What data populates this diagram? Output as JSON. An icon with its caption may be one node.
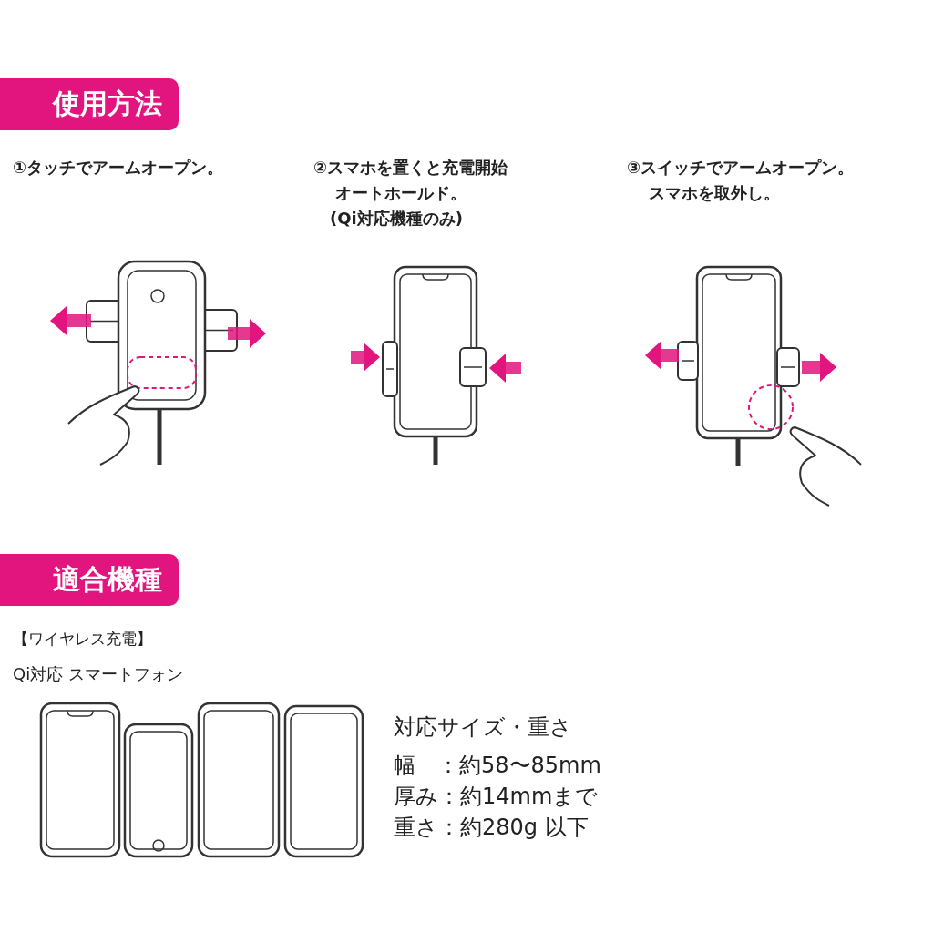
{
  "diagram": {
    "labels": [
      "使用方法",
      "①タッチでアームオープン。",
      "②スマホを置くと充電開始",
      "オートホールド。",
      "(Qi対応機種のみ)",
      "③スイッチでアームオープン。",
      "スマホを取外し。",
      "適合機種",
      "【ワイヤレス充電】",
      "Qi対応 スマートフォン",
      "対応サイズ・重さ",
      "幅　：約58〜85mm",
      "厚み：約14mmまで",
      "重さ：約280g 以下"
    ]
  }
}
